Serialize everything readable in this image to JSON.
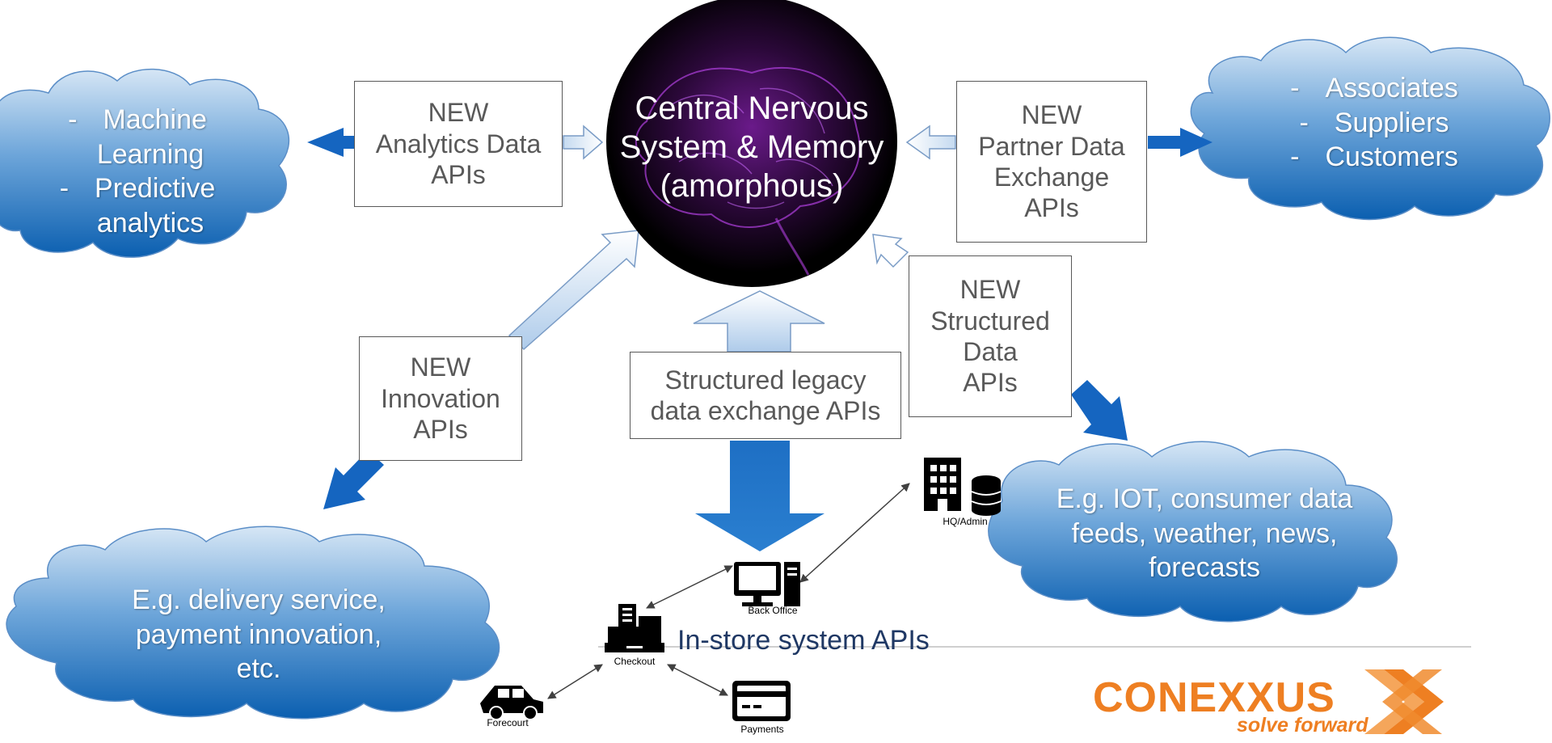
{
  "brain": {
    "lines": [
      "Central Nervous",
      "System & Memory",
      "(amorphous)"
    ]
  },
  "boxes": {
    "analytics": [
      "NEW",
      "Analytics Data",
      "APIs"
    ],
    "partner": [
      "NEW",
      "Partner Data",
      "Exchange",
      "APIs"
    ],
    "structured": [
      "NEW",
      "Structured",
      "Data",
      "APIs"
    ],
    "innovation": [
      "NEW",
      "Innovation",
      "APIs"
    ],
    "legacy": [
      "Structured legacy",
      "data exchange APIs"
    ]
  },
  "clouds": {
    "ml": {
      "items": [
        {
          "dash": "-",
          "text": "Machine"
        },
        {
          "dash": "",
          "text": "Learning"
        },
        {
          "dash": "-",
          "text": "Predictive"
        },
        {
          "dash": "",
          "text": "analytics"
        }
      ]
    },
    "partners": {
      "items": [
        {
          "dash": "-",
          "text": "Associates"
        },
        {
          "dash": "-",
          "text": "Suppliers"
        },
        {
          "dash": "-",
          "text": "Customers"
        }
      ]
    },
    "iot": [
      "E.g. IOT, consumer data",
      "feeds, weather, news,",
      "forecasts"
    ],
    "delivery": [
      "E.g. delivery service,",
      "payment innovation,",
      "etc."
    ]
  },
  "icons": {
    "hq": {
      "label": "HQ/Admin",
      "icon": "building-database-icon"
    },
    "back_office": {
      "label": "Back Office",
      "icon": "desktop-computer-icon"
    },
    "checkout": {
      "label": "Checkout",
      "icon": "cash-register-icon"
    },
    "forecourt": {
      "label": "Forecourt",
      "icon": "car-icon"
    },
    "payments": {
      "label": "Payments",
      "icon": "credit-card-icon"
    }
  },
  "instore_label": "In-store system APIs",
  "logo": {
    "name": "CONEXXUS",
    "tagline": "solve forward"
  },
  "colors": {
    "cloud_light": "#c6dbf0",
    "cloud_dark": "#0b63b6",
    "arrow_blue": "#1565c0",
    "box_text": "#595959",
    "brain_glow": "#a020c8",
    "logo_orange": "#ee7f22",
    "instore_text": "#1f3864"
  }
}
